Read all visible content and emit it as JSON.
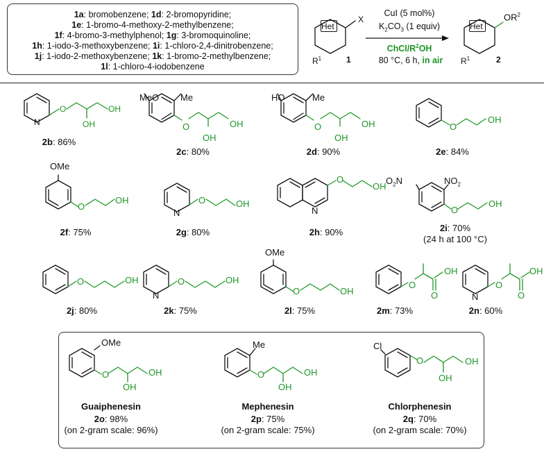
{
  "legend": {
    "lines": [
      [
        {
          "id": "1a",
          "text": ": bromobenzene; "
        },
        {
          "id": "1d",
          "text": ": 2-bromopyridine;"
        }
      ],
      [
        {
          "id": "1e",
          "text": ": 1-bromo-4-methoxy-2-methylbenzene;"
        }
      ],
      [
        {
          "id": "1f",
          "text": ": 4-bromo-3-methylphenol; "
        },
        {
          "id": "1g",
          "text": ": 3-bromoquinoline;"
        }
      ],
      [
        {
          "id": "1h",
          "text": ": 1-iodo-3-methoxybenzene; "
        },
        {
          "id": "1i",
          "text": ": 1-chloro-2,4-dinitrobenzene;"
        }
      ],
      [
        {
          "id": "1j",
          "text": ": 1-iodo-2-methoxybenzene; "
        },
        {
          "id": "1k",
          "text": ": 1-bromo-2-methylbenzene;"
        }
      ],
      [
        {
          "id": "1l",
          "text": ": 1-chloro-4-iodobenzene"
        }
      ]
    ]
  },
  "scheme": {
    "reactant_number": "1",
    "product_number": "2",
    "het_label": "Het",
    "x_label": "X",
    "r1_label": "R",
    "r1_sup": "1",
    "product_or": "OR",
    "product_or_sup": "2",
    "cond_catalyst": "CuI (5 mol%)",
    "cond_base_pre": "K",
    "cond_base_sub1": "2",
    "cond_base_mid": "CO",
    "cond_base_sub2": "3",
    "cond_base_post": " (1 equiv)",
    "cond_solvent_pre": "ChCl/R",
    "cond_solvent_sup": "2",
    "cond_solvent_post": "OH",
    "cond_temp": "80 °C, 6 h, ",
    "cond_air": "in air"
  },
  "products": [
    {
      "id": "2b",
      "yield": ": 86%"
    },
    {
      "id": "2c",
      "yield": ": 80%"
    },
    {
      "id": "2d",
      "yield": ": 90%"
    },
    {
      "id": "2e",
      "yield": ": 84%"
    },
    {
      "id": "2f",
      "yield": ": 75%"
    },
    {
      "id": "2g",
      "yield": ": 80%"
    },
    {
      "id": "2h",
      "yield": ": 90%"
    },
    {
      "id": "2i",
      "yield": ": 70%",
      "note": "(24 h at 100 °C)"
    },
    {
      "id": "2j",
      "yield": ": 80%"
    },
    {
      "id": "2k",
      "yield": ": 75%"
    },
    {
      "id": "2l",
      "yield": ": 75%"
    },
    {
      "id": "2m",
      "yield": ": 73%"
    },
    {
      "id": "2n",
      "yield": ": 60%"
    },
    {
      "id": "2o",
      "yield": ": 98%",
      "name": "Guaiphenesin",
      "note": "(on 2-gram scale: 96%)"
    },
    {
      "id": "2p",
      "yield": ": 75%",
      "name": "Mephenesin",
      "note": "(on 2-gram scale: 75%)"
    },
    {
      "id": "2q",
      "yield": ": 70%",
      "name": "Chlorphenesin",
      "note": "(on 2-gram scale: 70%)"
    }
  ],
  "atoms": {
    "O": "O",
    "OH": "OH",
    "HO": "HO",
    "Me": "Me",
    "MeO": "MeO",
    "OMe": "OMe",
    "N": "N",
    "Cl": "Cl",
    "NO2_left": "O",
    "NO2_left_sub": "2",
    "NO2_left_N": "N",
    "NO2_right": "NO",
    "NO2_right_sub": "2"
  },
  "colors": {
    "green": "#1e9626",
    "black": "#111111",
    "border": "#333333"
  }
}
